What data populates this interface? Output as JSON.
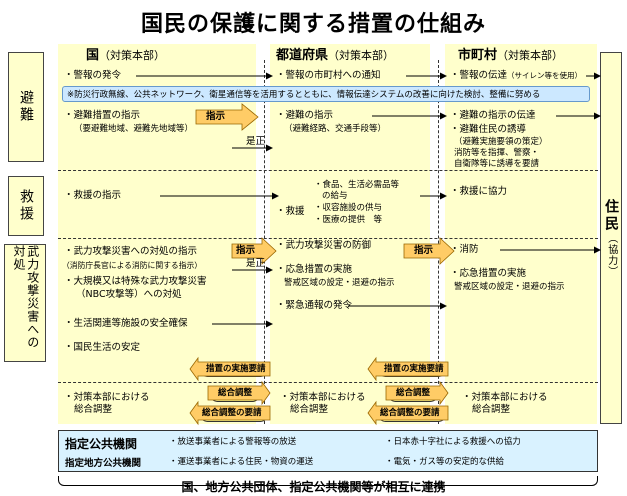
{
  "title": "国民の保護に関する措置の仕組み",
  "columns": {
    "national": {
      "name": "国",
      "sub": "（対策本部）"
    },
    "prefecture": {
      "name": "都道府県",
      "sub": "（対策本部）"
    },
    "municipal": {
      "name": "市町村",
      "sub": "（対策本部）"
    }
  },
  "side_labels": {
    "evacuation": "避難",
    "rescue": "救援",
    "armed_attack": "武力攻撃災害への対処",
    "residents": "住民",
    "residents_sub": "（協力）"
  },
  "evacuation": {
    "nat_1": "・警報の発令",
    "pref_1": "・警報の市町村への通知",
    "mun_1": "・警報の伝達",
    "mun_1_sub": "（サイレン等を使用）",
    "note": "※防災行政無線、公共ネットワーク、衛星通信等を活用するとともに、情報伝達システムの改善に向けた検討、整備に努める",
    "nat_2": "・避難措置の指示",
    "nat_2_sub": "（要避難地域、避難先地域等）",
    "pref_2": "・避難の指示",
    "pref_2_sub": "（避難経路、交通手段等）",
    "mun_2": "・避難の指示の伝達",
    "mun_3": "・避難住民の誘導",
    "mun_3_sub1": "（避難実施要領の策定）",
    "mun_3_sub2": "消防等を指揮、警察・",
    "mun_3_sub3": "自衛隊等に誘導を要請"
  },
  "rescue": {
    "nat_1": "・救援の指示",
    "pref_1": "・救援",
    "pref_items": [
      "・食品、生活必需品等",
      "の給与",
      "・収容施設の供与",
      "・医療の提供　等"
    ],
    "mun_1": "・救援に協力"
  },
  "armed": {
    "nat_1": "・武力攻撃災害への対処の指示",
    "nat_1_sub": "（消防庁長官による消防に関する指示）",
    "nat_2": "・大規模又は特殊な武力攻撃災害",
    "nat_2b": "（NBC攻撃等）への対処",
    "nat_3": "・生活関連等施設の安全確保",
    "nat_4": "・国民生活の安定",
    "pref_1": "・武力攻撃災害の防御",
    "pref_2": "・応急措置の実施",
    "pref_2_sub": "警戒区域の設定・退避の指示",
    "pref_3": "・緊急通報の発令",
    "mun_1": "・消防",
    "mun_2": "・応急措置の実施",
    "mun_2_sub": "警戒区域の設定・退避の指示"
  },
  "arrows": {
    "instruct": "指示",
    "correct": "是正",
    "request_measures": "措置の実施要請",
    "request_coord": "総合調整の要請",
    "coord": "総合調整"
  },
  "coordination": {
    "nat": "・対策本部における",
    "nat_b": "総合調整",
    "pref": "・対策本部における",
    "pref_b": "総合調整",
    "mun": "・対策本部における",
    "mun_b": "総合調整"
  },
  "designated": {
    "title": "指定公共機関",
    "subtitle": "指定地方公共機関",
    "items": [
      "・放送事業者による警報等の放送",
      "・日本赤十字社による救援への協力",
      "・運送事業者による住民・物資の運送",
      "・電気・ガス等の安定的な供給"
    ]
  },
  "footer": "国、地方公共団体、指定公共機関等が相互に連携",
  "colors": {
    "column_bg": "#ffffcc",
    "arrow_fill": "#ffcc66",
    "note_bg": "#cce8ff",
    "bottom_bg": "#d9f2ff"
  }
}
